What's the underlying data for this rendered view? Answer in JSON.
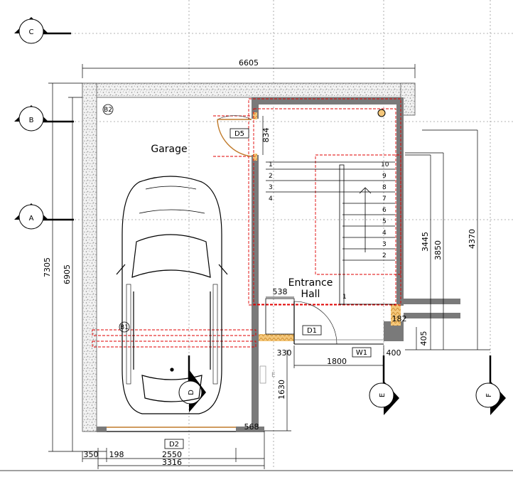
{
  "rooms": {
    "garage": "Garage",
    "entrance_line1": "Entrance",
    "entrance_line2": "Hall"
  },
  "tags": {
    "d5": "D5",
    "d1": "D1",
    "d2": "D2",
    "w1": "W1",
    "b1": "B1",
    "b2": "B2"
  },
  "grid_markers": {
    "c": "C",
    "b": "B",
    "a": "A",
    "e": "E",
    "f": "F",
    "d": "D"
  },
  "dimensions": {
    "overall_width": "6605",
    "overall_depth_left": "7305",
    "inner_depth_left": "6905",
    "d5_width": "834",
    "stair_3445": "3445",
    "stair_3850": "3850",
    "stair_4370": "4370",
    "d1_538": "538",
    "d1_182": "182",
    "d1_405": "405",
    "d330": "330",
    "d1800": "1800",
    "d400": "400",
    "d1630": "1630",
    "d568": "568",
    "b350": "350",
    "b198": "198",
    "b2550": "2550",
    "b3316": "3316"
  },
  "stairs": {
    "left": [
      "1",
      "2",
      "3",
      "4"
    ],
    "right": [
      "10",
      "9",
      "8",
      "7",
      "6",
      "5",
      "4",
      "3",
      "2"
    ],
    "landing": "1"
  },
  "misc": {
    "e_label": "E"
  },
  "colors": {
    "wall": "#7a7a7a",
    "red_outline": "#e00000",
    "insulation": "#e8a33b",
    "door_arc": "#c07a2a"
  }
}
